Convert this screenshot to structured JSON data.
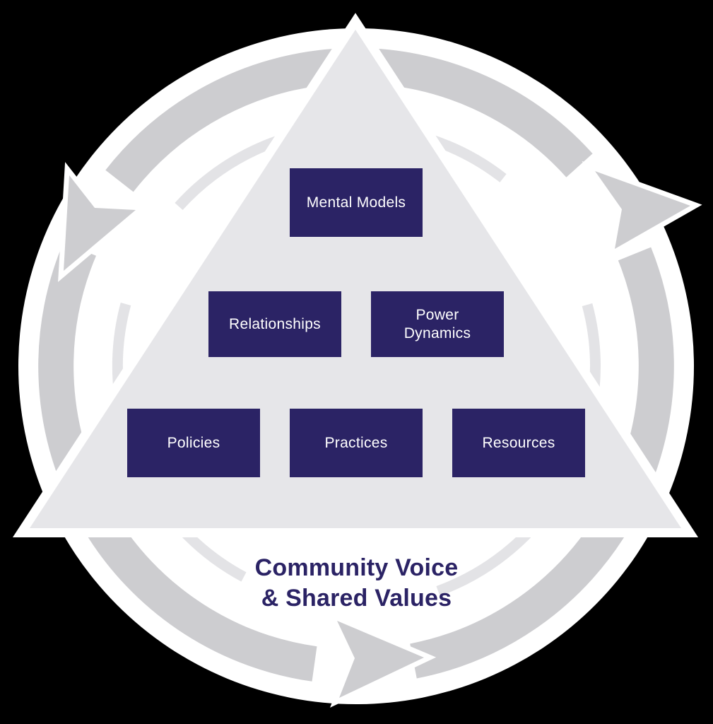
{
  "colors": {
    "background": "#000000",
    "disc": "#ffffff",
    "band": "#cdcdd0",
    "ring": "#e3e3e6",
    "triangle": "#e6e6e9",
    "navy": "#2b2365",
    "box_text": "#ffffff",
    "caption": "#2b2365"
  },
  "icons": {
    "cycle_direction": "counterclockwise-arrows"
  },
  "pyramid": {
    "boxes": {
      "mental_models": {
        "label": "Mental Models"
      },
      "relationships": {
        "label": "Relationships"
      },
      "power_dynamics": {
        "line1": "Power",
        "line2": "Dynamics"
      },
      "policies": {
        "label": "Policies"
      },
      "practices": {
        "label": "Practices"
      },
      "resources": {
        "label": "Resources"
      }
    }
  },
  "caption": {
    "line1": "Community Voice",
    "line2": "& Shared Values"
  }
}
